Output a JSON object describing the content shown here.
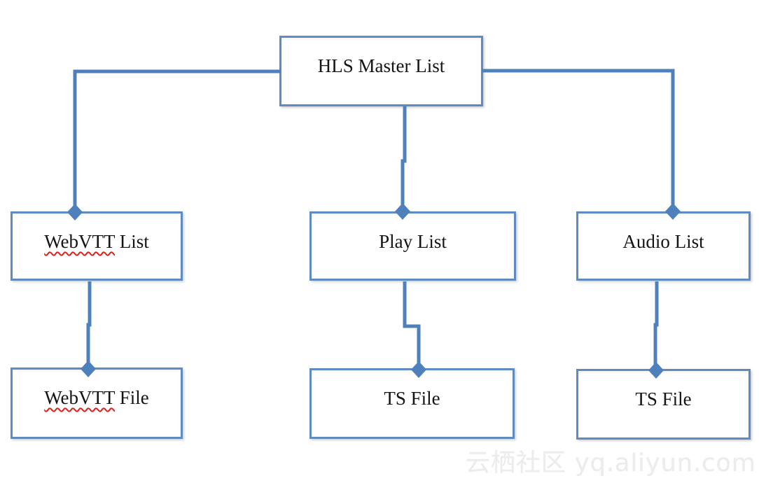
{
  "diagram": {
    "description": "HLS streaming file-structure flowchart",
    "nodes": {
      "master": {
        "label": "HLS Master List"
      },
      "webvtt_list": {
        "label": "WebVTT List",
        "label_misspelled": "WebVTT",
        "label_rest": " List",
        "spellcheck_underline": true
      },
      "play_list": {
        "label": "Play List"
      },
      "audio_list": {
        "label": "Audio List"
      },
      "webvtt_file": {
        "label": "WebVTT File",
        "label_misspelled": "WebVTT",
        "label_rest": " File",
        "spellcheck_underline": true
      },
      "ts_file_1": {
        "label": "TS File"
      },
      "ts_file_2": {
        "label": "TS File"
      }
    },
    "edges": [
      {
        "from": "HLS Master List",
        "to": "WebVTT List",
        "arrowhead": "diamond"
      },
      {
        "from": "HLS Master List",
        "to": "Play List",
        "arrowhead": "diamond"
      },
      {
        "from": "HLS Master List",
        "to": "Audio List",
        "arrowhead": "diamond"
      },
      {
        "from": "WebVTT List",
        "to": "WebVTT File",
        "arrowhead": "diamond"
      },
      {
        "from": "Play List",
        "to": "TS File",
        "arrowhead": "diamond"
      },
      {
        "from": "Audio List",
        "to": "TS File",
        "arrowhead": "diamond"
      }
    ],
    "colors": {
      "node_border": "#5f8bbe",
      "connector": "#4e81bc",
      "text": "#141414",
      "spellcheck_underline": "#e0201a",
      "watermark_text": "#ececec",
      "background": "#ffffff"
    },
    "watermark": {
      "text": "云栖社区 yq.aliyun.com"
    }
  }
}
